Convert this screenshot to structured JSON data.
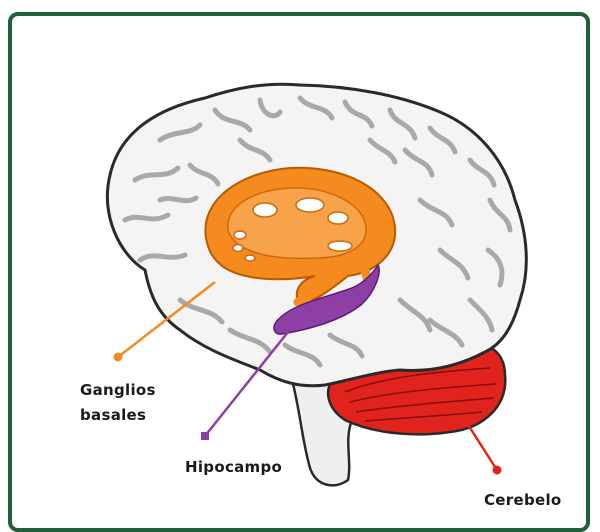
{
  "labels": {
    "basal_ganglia_line1": "Ganglios",
    "basal_ganglia_line2": "basales",
    "hippocampus": "Hipocampo",
    "cerebellum": "Cerebelo"
  },
  "colors": {
    "frame_border": "#1f5f3a",
    "basal_ganglia": "#f58a1f",
    "hippocampus": "#8e3fa6",
    "cerebellum": "#e0241d",
    "brain_fill": "#f4f4f4",
    "brain_outline": "#2a2a2a",
    "sulci": "#a9a9a9"
  }
}
